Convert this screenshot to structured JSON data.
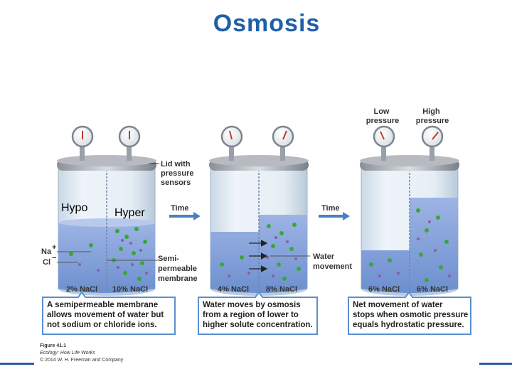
{
  "title": "Osmosis",
  "notes": {
    "hypo": "Hypo",
    "hyper": "Hyper"
  },
  "labels": {
    "lid": [
      "Lid with",
      "pressure",
      "sensors"
    ],
    "low_pressure": [
      "Low",
      "pressure"
    ],
    "high_pressure": [
      "High",
      "pressure"
    ],
    "time1": "Time",
    "time2": "Time",
    "na": "Na",
    "cl": "Cl",
    "membrane": [
      "Semi-",
      "permeable",
      "membrane"
    ],
    "water_movement": [
      "Water",
      "movement"
    ]
  },
  "concentrations": {
    "beaker1_left": "2% NaCl",
    "beaker1_right": "10% NaCl",
    "beaker2_left": "4% NaCl",
    "beaker2_right": "8% NaCl",
    "beaker3_left": "6% NaCl",
    "beaker3_right": "6% NaCl"
  },
  "captions": {
    "c1": [
      "A semipermeable membrane",
      "allows movement of water but",
      "not sodium or chloride ions."
    ],
    "c2": [
      "Water moves by osmosis",
      "from a region of lower to",
      "higher solute concentration."
    ],
    "c3": [
      "Net movement of water",
      "stops when osmotic pressure",
      "equals hydrostatic pressure."
    ]
  },
  "credit": {
    "figure": "Figure 41.1",
    "book": "Ecology: How Life Works",
    "copyright": "© 2014 W. H. Freeman and Company"
  },
  "colors": {
    "title": "#1f5fa8",
    "water": "#7f9fd8",
    "sodium": "#3aa63a",
    "chloride": "#8e5aa8",
    "arrow": "#4a7fc0",
    "caption_border": "#5b8fd0"
  }
}
